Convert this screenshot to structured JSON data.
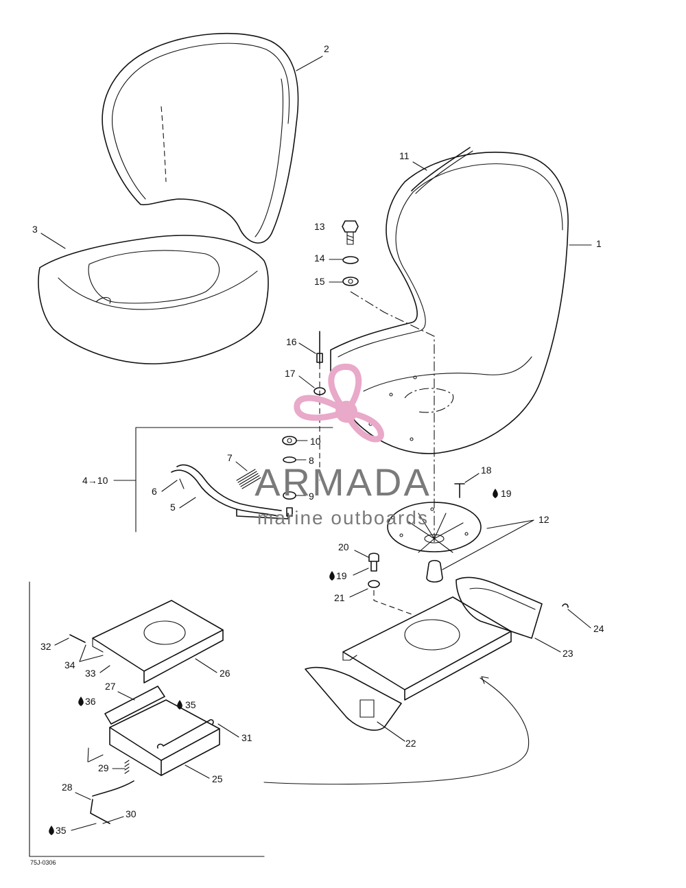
{
  "callouts": [
    {
      "text": "1"
    },
    {
      "text": "2"
    },
    {
      "text": "3"
    },
    {
      "text": "5"
    },
    {
      "text": "6"
    },
    {
      "text": "7"
    },
    {
      "text": "8"
    },
    {
      "text": "9"
    },
    {
      "text": "10"
    },
    {
      "text": "11"
    },
    {
      "text": "12"
    },
    {
      "text": "13"
    },
    {
      "text": "14"
    },
    {
      "text": "15"
    },
    {
      "text": "16"
    },
    {
      "text": "17"
    },
    {
      "text": "18"
    },
    {
      "text": "19"
    },
    {
      "text": "20"
    },
    {
      "text": "19"
    },
    {
      "text": "21"
    },
    {
      "text": "22"
    },
    {
      "text": "23"
    },
    {
      "text": "24"
    },
    {
      "text": "25"
    },
    {
      "text": "26"
    },
    {
      "text": "27"
    },
    {
      "text": "28"
    },
    {
      "text": "29"
    },
    {
      "text": "30"
    },
    {
      "text": "31"
    },
    {
      "text": "32"
    },
    {
      "text": "33"
    },
    {
      "text": "34"
    },
    {
      "text": "35"
    },
    {
      "text": "35"
    },
    {
      "text": "36"
    }
  ],
  "group_label": "4→10",
  "drawing_code": "75J-0306",
  "watermark": {
    "brand": "ARMADA",
    "tagline": "marine outboards",
    "logo_color": "#e9a9c9"
  }
}
